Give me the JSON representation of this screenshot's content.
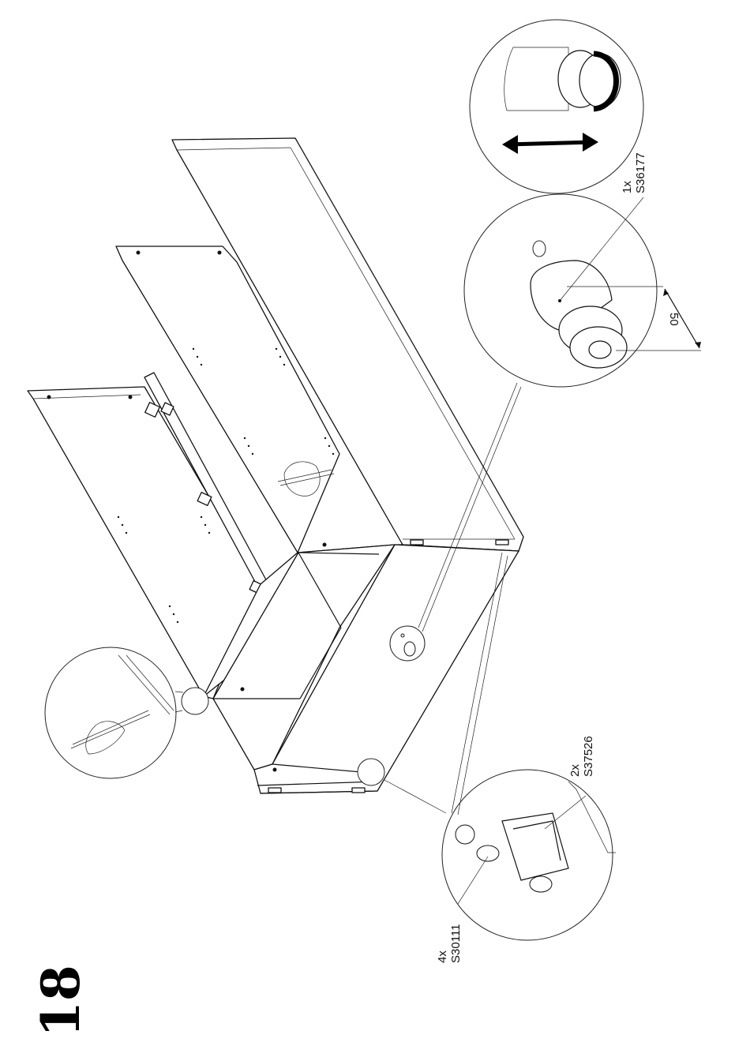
{
  "step_number": "18",
  "parts": [
    {
      "qty": "1x",
      "code": "S36177"
    },
    {
      "qty": "2x",
      "code": "S37526"
    },
    {
      "qty": "4x",
      "code": "S30111"
    }
  ],
  "dimension": "50"
}
